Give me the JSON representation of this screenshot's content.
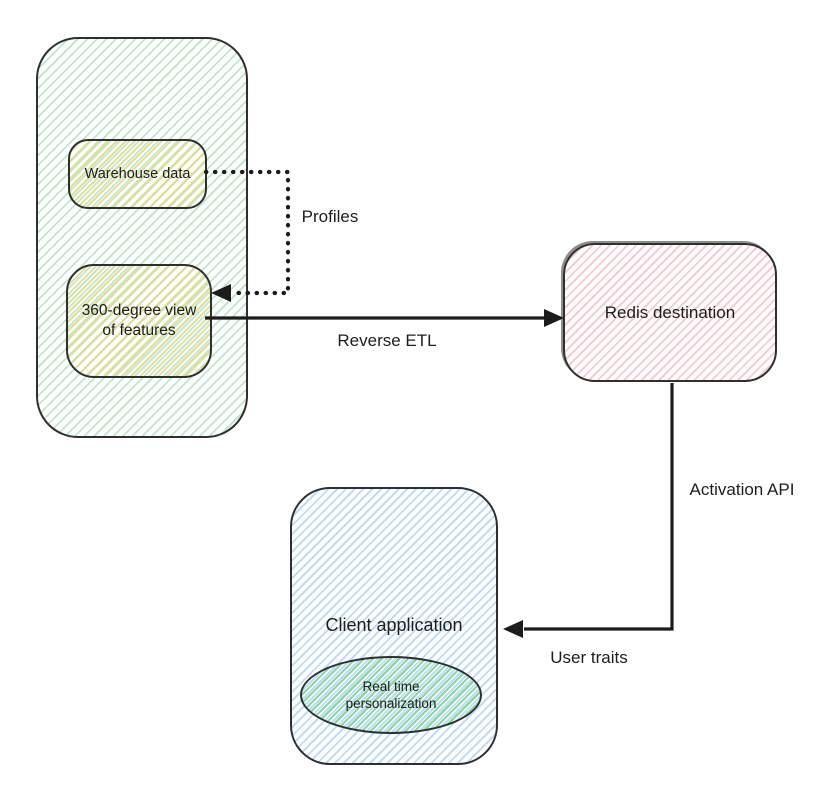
{
  "nodes": {
    "warehouse_data": {
      "label": "Warehouse data"
    },
    "feature_view": {
      "lines": [
        "360-degree view",
        "of features"
      ]
    },
    "redis_destination": {
      "label": "Redis destination"
    },
    "client_application": {
      "label": "Client application"
    },
    "realtime_personalization": {
      "lines": [
        "Real time",
        "personalization"
      ]
    }
  },
  "edges": {
    "profiles": {
      "label": "Profiles",
      "style": "dotted",
      "from": "warehouse_data",
      "to": "feature_view"
    },
    "reverse_etl": {
      "label": "Reverse ETL",
      "style": "solid",
      "from": "feature_view",
      "to": "redis_destination"
    },
    "redis_to_client": {
      "style": "solid",
      "from": "redis_destination",
      "to": "client_application",
      "label_vertical": "Activation API",
      "label_horizontal": "User traits"
    }
  },
  "colors": {
    "stroke": "#2f2f2f",
    "arrow": "#1c1c1c",
    "text": "#1d1d1d",
    "group_hachure": "#bfe7ca",
    "inner_box_hachure": "#e2dc8c",
    "redis_hachure": "#f7ccd1",
    "client_hachure": "#bfdcf7",
    "ellipse_hachure": "#8cd8a3"
  }
}
